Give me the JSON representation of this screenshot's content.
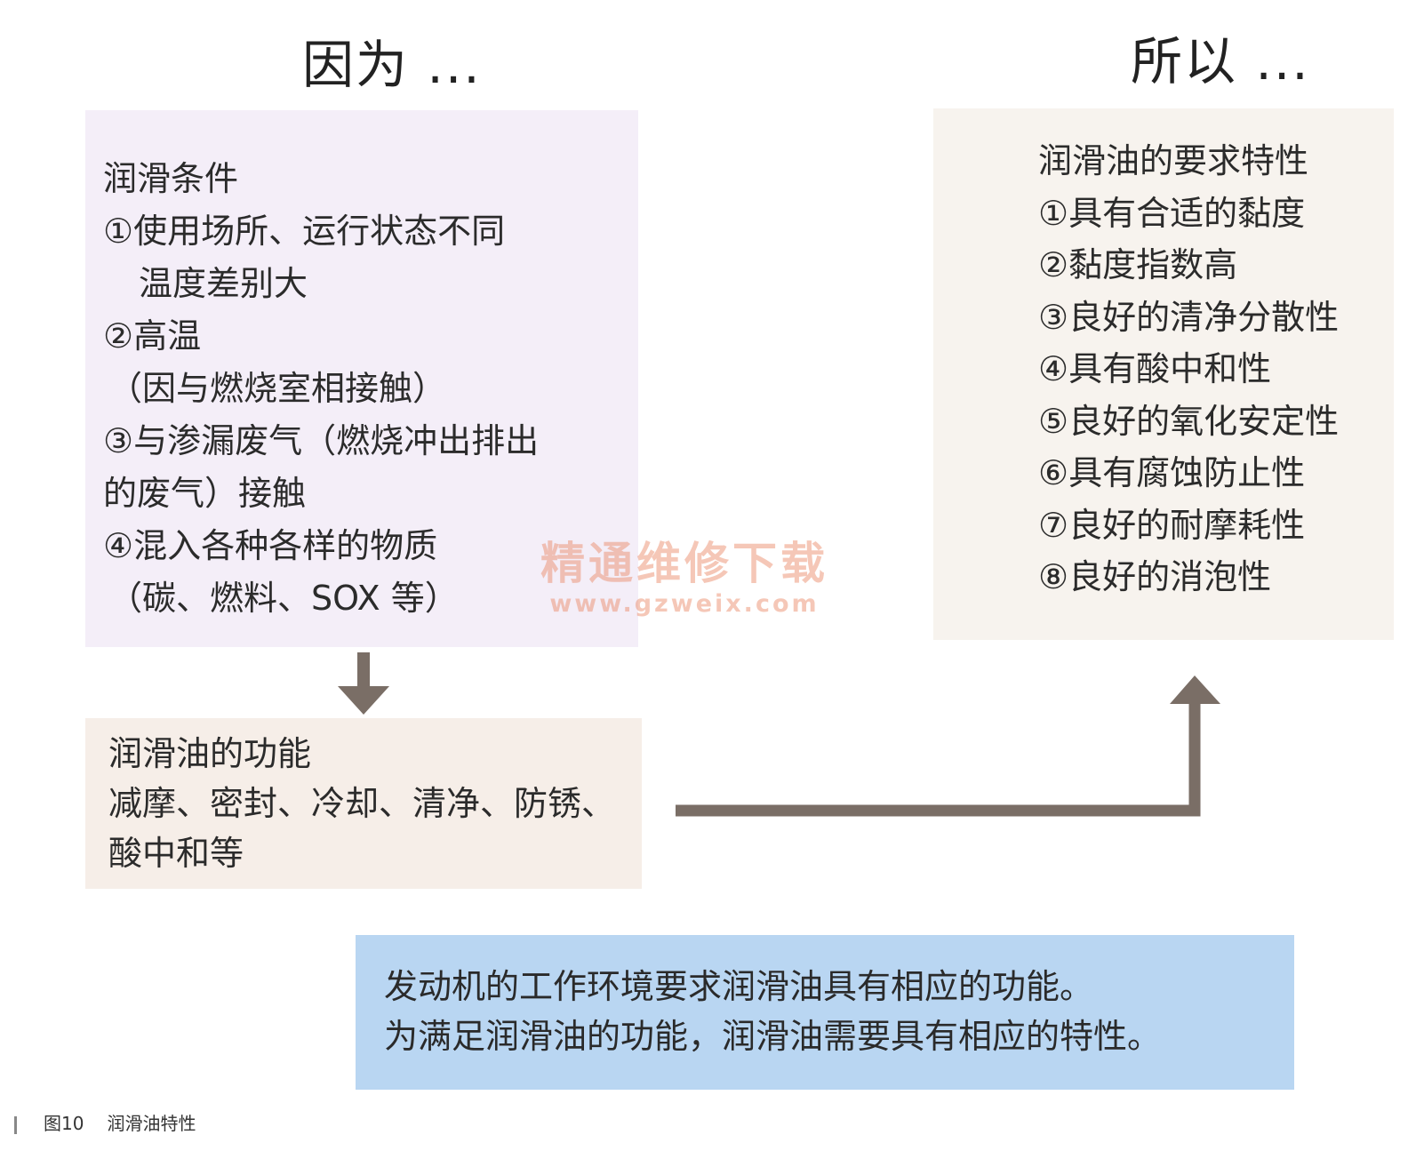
{
  "headings": {
    "because": "因为 ...",
    "so": "所以 ..."
  },
  "conditions": {
    "title": "润滑条件",
    "line1": "①使用场所、运行状态不同",
    "line2": "温度差别大",
    "line3": "②高温",
    "line4": "（因与燃烧室相接触）",
    "line5": "③与渗漏废气（燃烧冲出排出",
    "line6": "的废气）接触",
    "line7": "④混入各种各样的物质",
    "line8": "（碳、燃料、SOX 等）"
  },
  "requirements": {
    "title": "润滑油的要求特性",
    "items": [
      "①具有合适的黏度",
      "②黏度指数高",
      "③良好的清净分散性",
      "④具有酸中和性",
      "⑤良好的氧化安定性",
      "⑥具有腐蚀防止性",
      "⑦良好的耐摩耗性",
      "⑧良好的消泡性"
    ]
  },
  "functions": {
    "title": "润滑油的功能",
    "line1": "减摩、密封、冷却、清净、防锈、",
    "line2": "酸中和等"
  },
  "summary": {
    "line1": "发动机的工作环境要求润滑油具有相应的功能。",
    "line2": "为满足润滑油的功能，润滑油需要具有相应的特性。"
  },
  "watermark": {
    "text": "精通维修下载",
    "url": "www.gzweix.com"
  },
  "caption": {
    "figure": "图10",
    "title": "润滑油特性"
  },
  "colors": {
    "arrow": "#7a6e66",
    "conditions_bg": "#f4eef8",
    "requirements_bg": "#f7f3ee",
    "functions_bg": "#f6eee8",
    "summary_bg": "#b9d6f2"
  }
}
